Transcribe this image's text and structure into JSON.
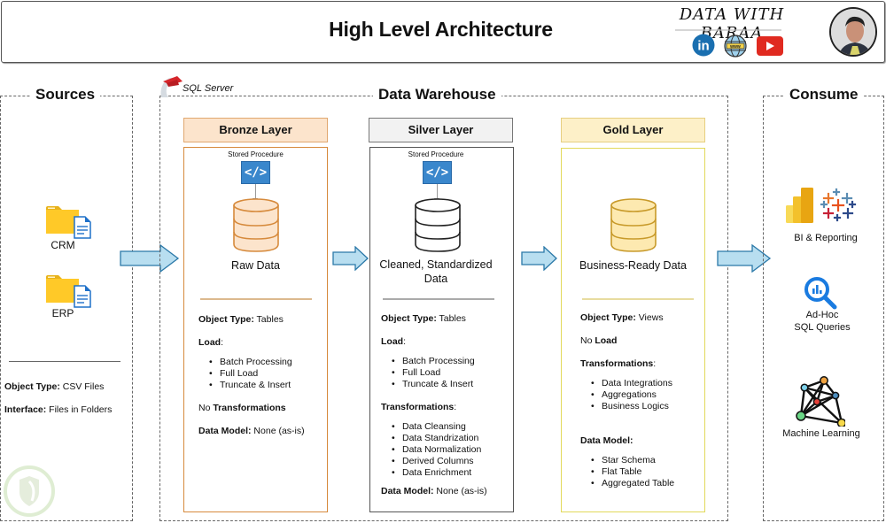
{
  "header": {
    "title": "High Level Architecture",
    "brand": "DATA WITH BARAA",
    "social_icons": [
      "linkedin-icon",
      "website-www-icon",
      "youtube-icon"
    ],
    "avatar": "author-avatar"
  },
  "sources": {
    "title": "Sources",
    "items": [
      {
        "label": "CRM",
        "icon": "folder-with-file-icon"
      },
      {
        "label": "ERP",
        "icon": "folder-with-file-icon"
      }
    ],
    "details": [
      {
        "key": "Object Type:",
        "value": " CSV Files"
      },
      {
        "key": "Interface:",
        "value": " Files in Folders"
      }
    ]
  },
  "warehouse": {
    "title": "Data Warehouse",
    "platform": "SQL Server",
    "layers": [
      {
        "name": "Bronze Layer",
        "stored_procedure": "Stored Procedure",
        "sp_glyph": "</>",
        "caption": "Raw Data",
        "object_type_key": "Object Type:",
        "object_type": " Tables",
        "load_key": "Load",
        "load_suffix": ":",
        "load_items": [
          "Batch Processing",
          "Full Load",
          "Truncate & Insert"
        ],
        "transform_prefix": "No ",
        "transform_key": "Transformations",
        "data_model_key": "Data Model:",
        "data_model": " None (as-is)"
      },
      {
        "name": "Silver Layer",
        "stored_procedure": "Stored Procedure",
        "sp_glyph": "</>",
        "caption": "Cleaned, Standardized Data",
        "object_type_key": "Object Type:",
        "object_type": " Tables",
        "load_key": "Load",
        "load_suffix": ":",
        "load_items": [
          "Batch Processing",
          "Full Load",
          "Truncate & Insert"
        ],
        "transform_key": "Transformations",
        "transform_suffix": ":",
        "transform_items": [
          "Data Cleansing",
          "Data Standrization",
          "Data Normalization",
          "Derived Columns",
          "Data Enrichment"
        ],
        "data_model_key": "Data Model:",
        "data_model": " None (as-is)"
      },
      {
        "name": "Gold Layer",
        "caption": "Business-Ready Data",
        "object_type_key": "Object Type:",
        "object_type": " Views",
        "load_prefix": "No ",
        "load_key": "Load",
        "transform_key": "Transformations",
        "transform_suffix": ":",
        "transform_items": [
          "Data Integrations",
          "Aggregations",
          "Business Logics"
        ],
        "data_model_key": "Data Model:",
        "data_model_items": [
          "Star Schema",
          "Flat Table",
          "Aggregated Table"
        ]
      }
    ]
  },
  "consume": {
    "title": "Consume",
    "items": [
      {
        "label": "BI & Reporting",
        "icon": "powerbi-tableau-icon"
      },
      {
        "label_line1": "Ad-Hoc",
        "label_line2": "SQL Queries",
        "icon": "query-search-icon"
      },
      {
        "label": "Machine Learning",
        "icon": "network-graph-icon"
      }
    ]
  },
  "colors": {
    "bronze_border": "#d68a3c",
    "bronze_fill": "#fce4cc",
    "silver_border": "#555555",
    "silver_fill": "#f2f2f2",
    "gold_border": "#e2d95a",
    "gold_fill": "#fdf0c8",
    "arrow_fill": "#b8def0",
    "arrow_stroke": "#2a78a8",
    "sp_blue": "#3a87cc"
  }
}
